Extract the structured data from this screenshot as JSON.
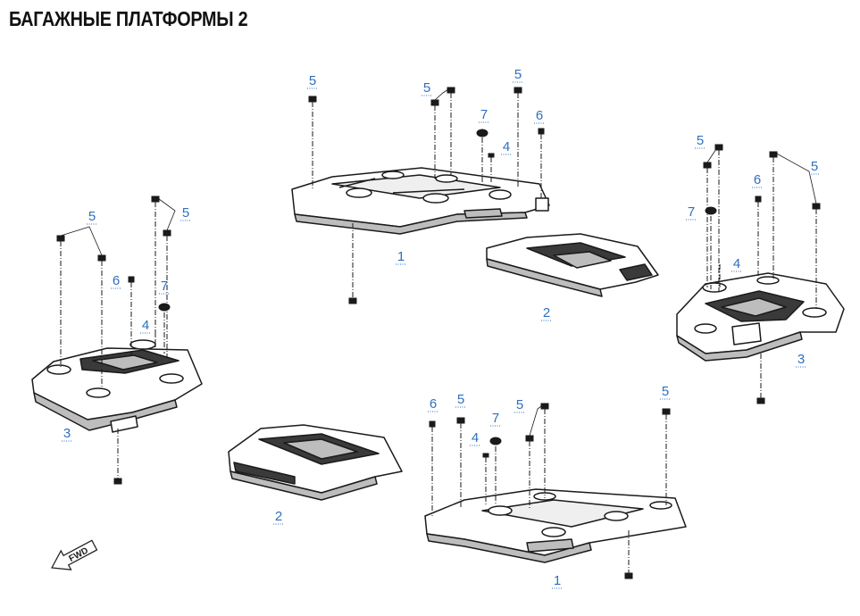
{
  "title": "БАГАЖНЫЕ ПЛАТФОРМЫ 2",
  "colors": {
    "callout": "#2f6fbf",
    "line": "#1a1a1a",
    "body": "#ffffff",
    "shade": "#bdbdbd"
  },
  "direction_arrow": {
    "text": "FWD"
  },
  "callouts": [
    {
      "id": "c1",
      "label": "5"
    },
    {
      "id": "c2",
      "label": "5"
    },
    {
      "id": "c3",
      "label": "5"
    },
    {
      "id": "c4",
      "label": "7"
    },
    {
      "id": "c5",
      "label": "6"
    },
    {
      "id": "c6",
      "label": "4"
    },
    {
      "id": "c7",
      "label": "1"
    },
    {
      "id": "c8",
      "label": "2"
    },
    {
      "id": "c9",
      "label": "5"
    },
    {
      "id": "c10",
      "label": "5"
    },
    {
      "id": "c11",
      "label": "6"
    },
    {
      "id": "c12",
      "label": "7"
    },
    {
      "id": "c13",
      "label": "4"
    },
    {
      "id": "c14",
      "label": "3"
    },
    {
      "id": "c15",
      "label": "5"
    },
    {
      "id": "c16",
      "label": "5"
    },
    {
      "id": "c17",
      "label": "7"
    },
    {
      "id": "c18",
      "label": "6"
    },
    {
      "id": "c19",
      "label": "4"
    },
    {
      "id": "c20",
      "label": "3"
    },
    {
      "id": "c21",
      "label": "2"
    },
    {
      "id": "c22",
      "label": "6"
    },
    {
      "id": "c23",
      "label": "5"
    },
    {
      "id": "c24",
      "label": "7"
    },
    {
      "id": "c25",
      "label": "5"
    },
    {
      "id": "c26",
      "label": "5"
    },
    {
      "id": "c27",
      "label": "4"
    },
    {
      "id": "c28",
      "label": "1"
    }
  ]
}
